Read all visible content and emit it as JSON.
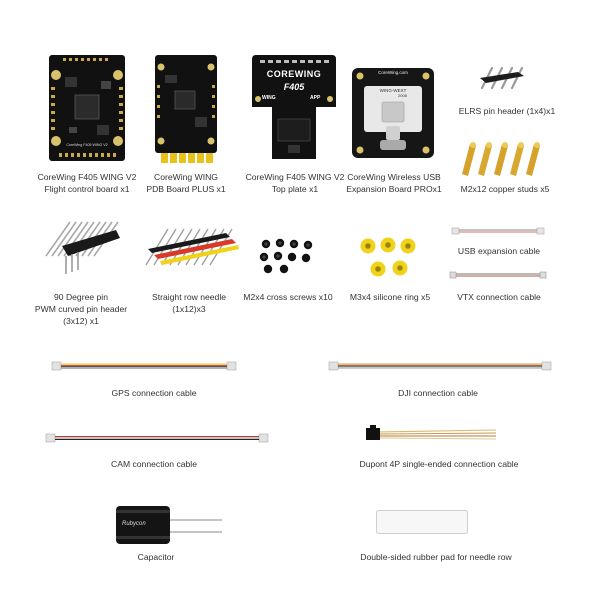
{
  "boards": {
    "flight_controller_silk": "CoreWing F405 WING V2",
    "top_plate_brand": "COREWING",
    "top_plate_model": "F405",
    "top_plate_wing": "WING",
    "top_plate_app": "APP",
    "usb_board_brand": "CoreWing.com",
    "usb_board_model": "WING-WEXT",
    "usb_board_code": "2008"
  },
  "capacitor_print": "Rubycon",
  "items": [
    {
      "id": "fc",
      "caption": [
        "CoreWing F405 WING V2",
        "Flight control board x1"
      ]
    },
    {
      "id": "pdb",
      "caption": [
        "CoreWing WING",
        "PDB Board PLUS x1"
      ]
    },
    {
      "id": "top",
      "caption": [
        "CoreWing F405 WING V2",
        "Top plate x1"
      ]
    },
    {
      "id": "usb",
      "caption": [
        "CoreWing Wireless USB",
        "Expansion Board PROx1"
      ]
    },
    {
      "id": "elrs",
      "caption": [
        "ELRS pin header (1x4)x1"
      ]
    },
    {
      "id": "studs",
      "caption": [
        "M2x12 copper studs x5"
      ]
    },
    {
      "id": "pwm",
      "caption": [
        "90 Degree pin",
        "PWM curved pin header",
        "(3x12) x1"
      ]
    },
    {
      "id": "straight",
      "caption": [
        "Straight row needle",
        "(1x12)x3"
      ]
    },
    {
      "id": "screws",
      "caption": [
        "M2x4 cross screws x10"
      ]
    },
    {
      "id": "rings",
      "caption": [
        "M3x4 silicone ring x5"
      ]
    },
    {
      "id": "usbcable",
      "caption": [
        "USB expansion cable"
      ]
    },
    {
      "id": "vtx",
      "caption": [
        "VTX connection cable"
      ]
    },
    {
      "id": "gps",
      "caption": [
        "GPS connection cable"
      ]
    },
    {
      "id": "dji",
      "caption": [
        "DJI connection cable"
      ]
    },
    {
      "id": "cam",
      "caption": [
        "CAM connection cable"
      ]
    },
    {
      "id": "dupont",
      "caption": [
        "Dupont 4P single-ended connection cable"
      ]
    },
    {
      "id": "capacitor",
      "caption": [
        "Capacitor"
      ]
    },
    {
      "id": "pad",
      "caption": [
        "Double-sided rubber pad for needle row"
      ]
    }
  ]
}
